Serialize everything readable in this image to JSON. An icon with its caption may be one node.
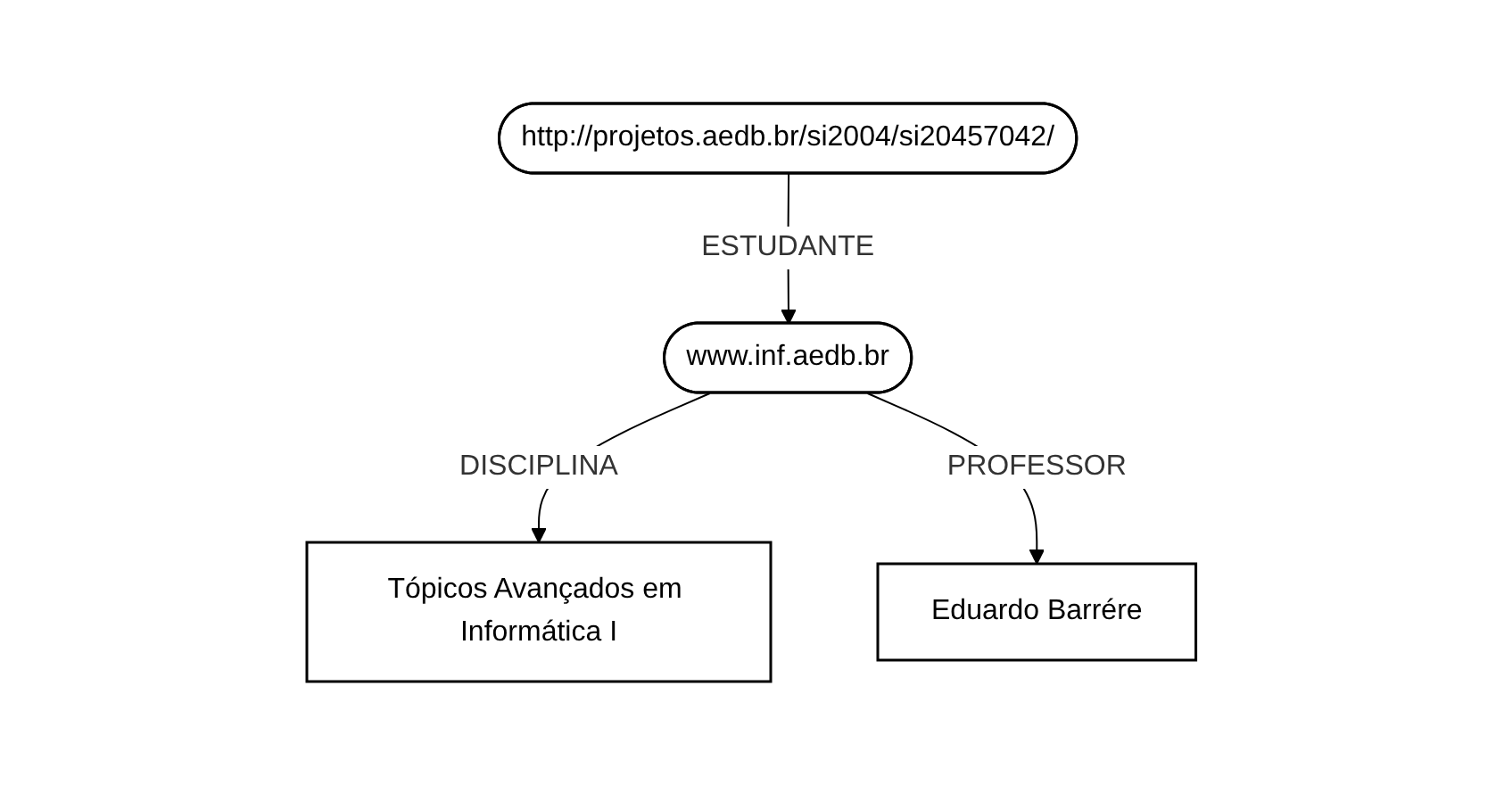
{
  "diagram": {
    "nodes": [
      {
        "text": [
          "http://projetos.aedb.br/si2004/si20457042/"
        ]
      },
      {
        "text": [
          "www.inf.aedb.br"
        ]
      },
      {
        "text": [
          "Tópicos Avançados em Informática I"
        ]
      },
      {
        "text": [
          "Eduardo Barrére"
        ]
      }
    ],
    "edges": [
      {
        "from": 0,
        "to": 1,
        "arrow": "to",
        "label": "ESTUDANTE"
      },
      {
        "from": 1,
        "to": 2,
        "arrow": "to",
        "label": "DISCIPLINA"
      },
      {
        "from": 1,
        "to": 3,
        "arrow": "to",
        "label": "PROFESSOR"
      }
    ]
  }
}
